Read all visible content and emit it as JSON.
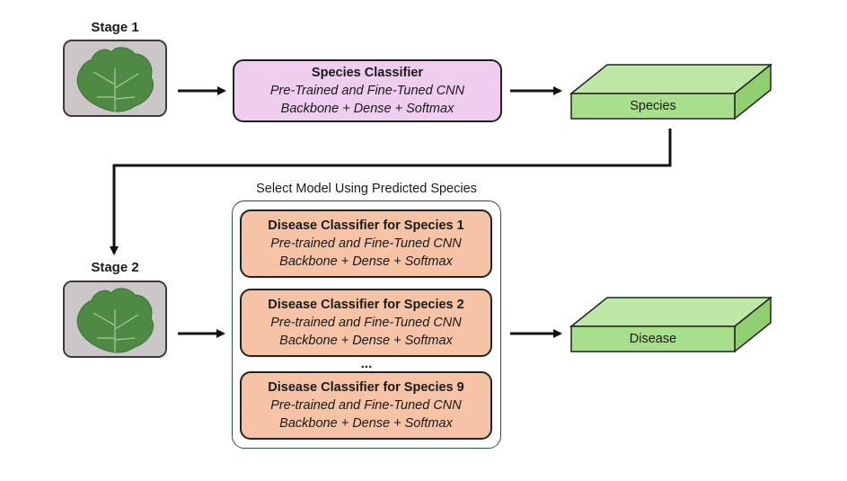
{
  "stage1": {
    "label": "Stage 1"
  },
  "stage2": {
    "label": "Stage 2"
  },
  "species_classifier": {
    "title": "Species Classifier",
    "line1": "Pre-Trained and Fine-Tuned CNN",
    "line2": "Backbone + Dense + Softmax"
  },
  "species_output": {
    "label": "Species"
  },
  "select_group": {
    "caption": "Select Model Using Predicted Species",
    "ellipsis": "...",
    "classifiers": [
      {
        "title": "Disease Classifier for Species 1",
        "line1": "Pre-trained and Fine-Tuned CNN",
        "line2": "Backbone + Dense + Softmax"
      },
      {
        "title": "Disease Classifier for Species 2",
        "line1": "Pre-trained and Fine-Tuned CNN",
        "line2": "Backbone + Dense + Softmax"
      },
      {
        "title": "Disease Classifier for Species 9",
        "line1": "Pre-trained and Fine-Tuned CNN",
        "line2": "Backbone + Dense + Softmax"
      }
    ]
  },
  "disease_output": {
    "label": "Disease"
  },
  "colors": {
    "species_box": "#efcdef",
    "disease_box": "#f6c3a6",
    "output_green_top": "#bfe8a6",
    "output_green_front": "#a8df8a",
    "output_green_side": "#8fcf70",
    "leaf": "#4f8a45"
  }
}
